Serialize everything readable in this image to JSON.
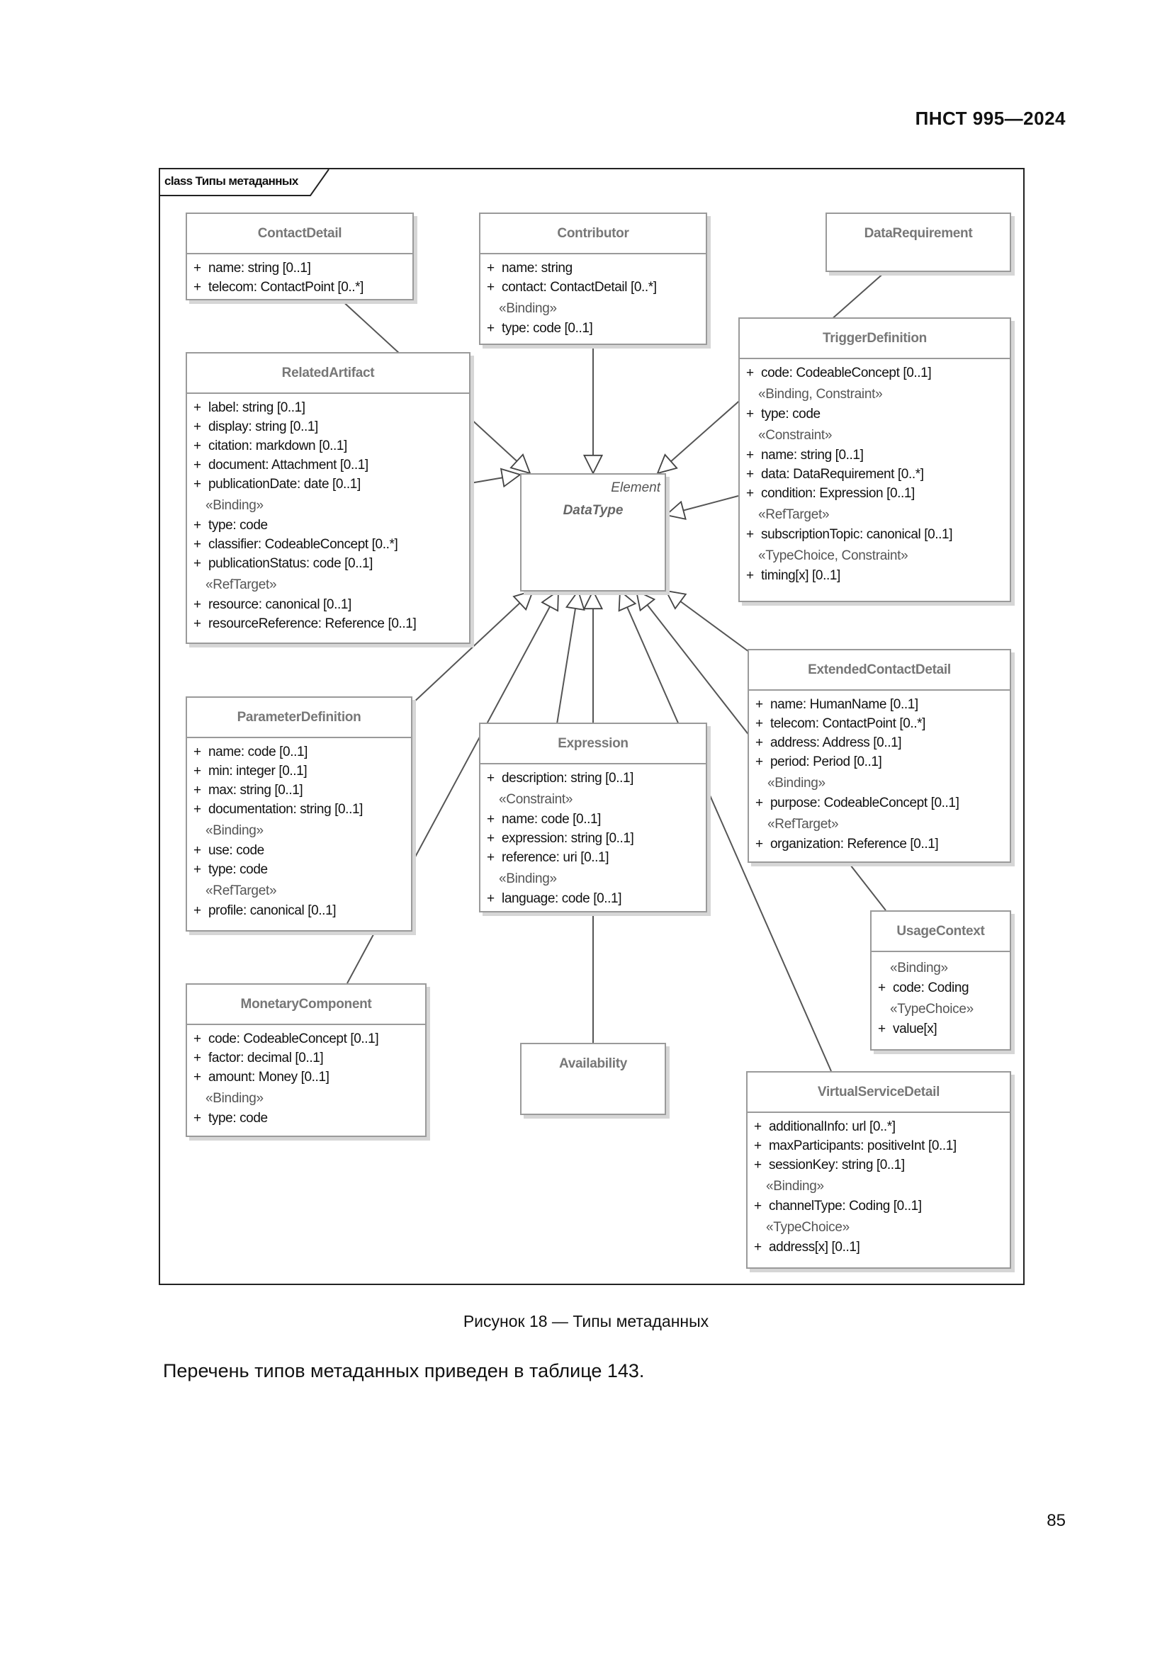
{
  "header": {
    "standard": "ПНСТ 995—2024"
  },
  "diagram": {
    "frame_title": "class Типы метаданных",
    "center": {
      "stereotype": "Element",
      "name": "DataType"
    },
    "classes": {
      "contact_detail": {
        "name": "ContactDetail",
        "rows": [
          {
            "vis": "+",
            "text": "name: string [0..1]"
          },
          {
            "vis": "+",
            "text": "telecom: ContactPoint [0..*]"
          }
        ]
      },
      "contributor": {
        "name": "Contributor",
        "rows": [
          {
            "vis": "+",
            "text": "name: string"
          },
          {
            "vis": "+",
            "text": "contact: ContactDetail [0..*]"
          },
          {
            "stereo": "«Binding»"
          },
          {
            "vis": "+",
            "text": "type: code [0..1]"
          }
        ]
      },
      "data_requirement": {
        "name": "DataRequirement"
      },
      "trigger_definition": {
        "name": "TriggerDefinition",
        "rows": [
          {
            "vis": "+",
            "text": "code: CodeableConcept [0..1]"
          },
          {
            "stereo": "«Binding, Constraint»"
          },
          {
            "vis": "+",
            "text": "type: code"
          },
          {
            "stereo": "«Constraint»"
          },
          {
            "vis": "+",
            "text": "name: string [0..1]"
          },
          {
            "vis": "+",
            "text": "data: DataRequirement [0..*]"
          },
          {
            "vis": "+",
            "text": "condition: Expression [0..1]"
          },
          {
            "stereo": "«RefTarget»"
          },
          {
            "vis": "+",
            "text": "subscriptionTopic: canonical [0..1]"
          },
          {
            "stereo": "«TypeChoice, Constraint»"
          },
          {
            "vis": "+",
            "text": "timing[x] [0..1]"
          }
        ]
      },
      "related_artifact": {
        "name": "RelatedArtifact",
        "rows": [
          {
            "vis": "+",
            "text": "label: string [0..1]"
          },
          {
            "vis": "+",
            "text": "display: string [0..1]"
          },
          {
            "vis": "+",
            "text": "citation: markdown [0..1]"
          },
          {
            "vis": "+",
            "text": "document: Attachment [0..1]"
          },
          {
            "vis": "+",
            "text": "publicationDate: date [0..1]"
          },
          {
            "stereo": "«Binding»"
          },
          {
            "vis": "+",
            "text": "type: code"
          },
          {
            "vis": "+",
            "text": "classifier: CodeableConcept [0..*]"
          },
          {
            "vis": "+",
            "text": "publicationStatus: code [0..1]"
          },
          {
            "stereo": "«RefTarget»"
          },
          {
            "vis": "+",
            "text": "resource: canonical [0..1]"
          },
          {
            "vis": "+",
            "text": "resourceReference: Reference [0..1]"
          }
        ]
      },
      "extended_contact_detail": {
        "name": "ExtendedContactDetail",
        "rows": [
          {
            "vis": "+",
            "text": "name: HumanName [0..1]"
          },
          {
            "vis": "+",
            "text": "telecom: ContactPoint [0..*]"
          },
          {
            "vis": "+",
            "text": "address: Address [0..1]"
          },
          {
            "vis": "+",
            "text": "period: Period [0..1]"
          },
          {
            "stereo": "«Binding»"
          },
          {
            "vis": "+",
            "text": "purpose: CodeableConcept [0..1]"
          },
          {
            "stereo": "«RefTarget»"
          },
          {
            "vis": "+",
            "text": "organization: Reference [0..1]"
          }
        ]
      },
      "parameter_definition": {
        "name": "ParameterDefinition",
        "rows": [
          {
            "vis": "+",
            "text": "name: code [0..1]"
          },
          {
            "vis": "+",
            "text": "min: integer [0..1]"
          },
          {
            "vis": "+",
            "text": "max: string [0..1]"
          },
          {
            "vis": "+",
            "text": "documentation: string [0..1]"
          },
          {
            "stereo": "«Binding»"
          },
          {
            "vis": "+",
            "text": "use: code"
          },
          {
            "vis": "+",
            "text": "type: code"
          },
          {
            "stereo": "«RefTarget»"
          },
          {
            "vis": "+",
            "text": "profile: canonical [0..1]"
          }
        ]
      },
      "expression": {
        "name": "Expression",
        "rows": [
          {
            "vis": "+",
            "text": "description: string [0..1]"
          },
          {
            "stereo": "«Constraint»"
          },
          {
            "vis": "+",
            "text": "name: code [0..1]"
          },
          {
            "vis": "+",
            "text": "expression: string [0..1]"
          },
          {
            "vis": "+",
            "text": "reference: uri [0..1]"
          },
          {
            "stereo": "«Binding»"
          },
          {
            "vis": "+",
            "text": "language: code [0..1]"
          }
        ]
      },
      "usage_context": {
        "name": "UsageContext",
        "rows": [
          {
            "stereo": "«Binding»"
          },
          {
            "vis": "+",
            "text": "code: Coding"
          },
          {
            "stereo": "«TypeChoice»"
          },
          {
            "vis": "+",
            "text": "value[x]"
          }
        ]
      },
      "monetary_component": {
        "name": "MonetaryComponent",
        "rows": [
          {
            "vis": "+",
            "text": "code: CodeableConcept [0..1]"
          },
          {
            "vis": "+",
            "text": "factor: decimal [0..1]"
          },
          {
            "vis": "+",
            "text": "amount: Money [0..1]"
          },
          {
            "stereo": "«Binding»"
          },
          {
            "vis": "+",
            "text": "type: code"
          }
        ]
      },
      "availability": {
        "name": "Availability"
      },
      "virtual_service_detail": {
        "name": "VirtualServiceDetail",
        "rows": [
          {
            "vis": "+",
            "text": "additionalInfo: url [0..*]"
          },
          {
            "vis": "+",
            "text": "maxParticipants: positiveInt [0..1]"
          },
          {
            "vis": "+",
            "text": "sessionKey: string [0..1]"
          },
          {
            "stereo": "«Binding»"
          },
          {
            "vis": "+",
            "text": "channelType: Coding [0..1]"
          },
          {
            "stereo": "«TypeChoice»"
          },
          {
            "vis": "+",
            "text": "address[x] [0..1]"
          }
        ]
      }
    }
  },
  "caption": "Рисунок 18 — Типы метаданных",
  "paragraph": "Перечень типов метаданных приведен в таблице 143.",
  "page_number": "85"
}
